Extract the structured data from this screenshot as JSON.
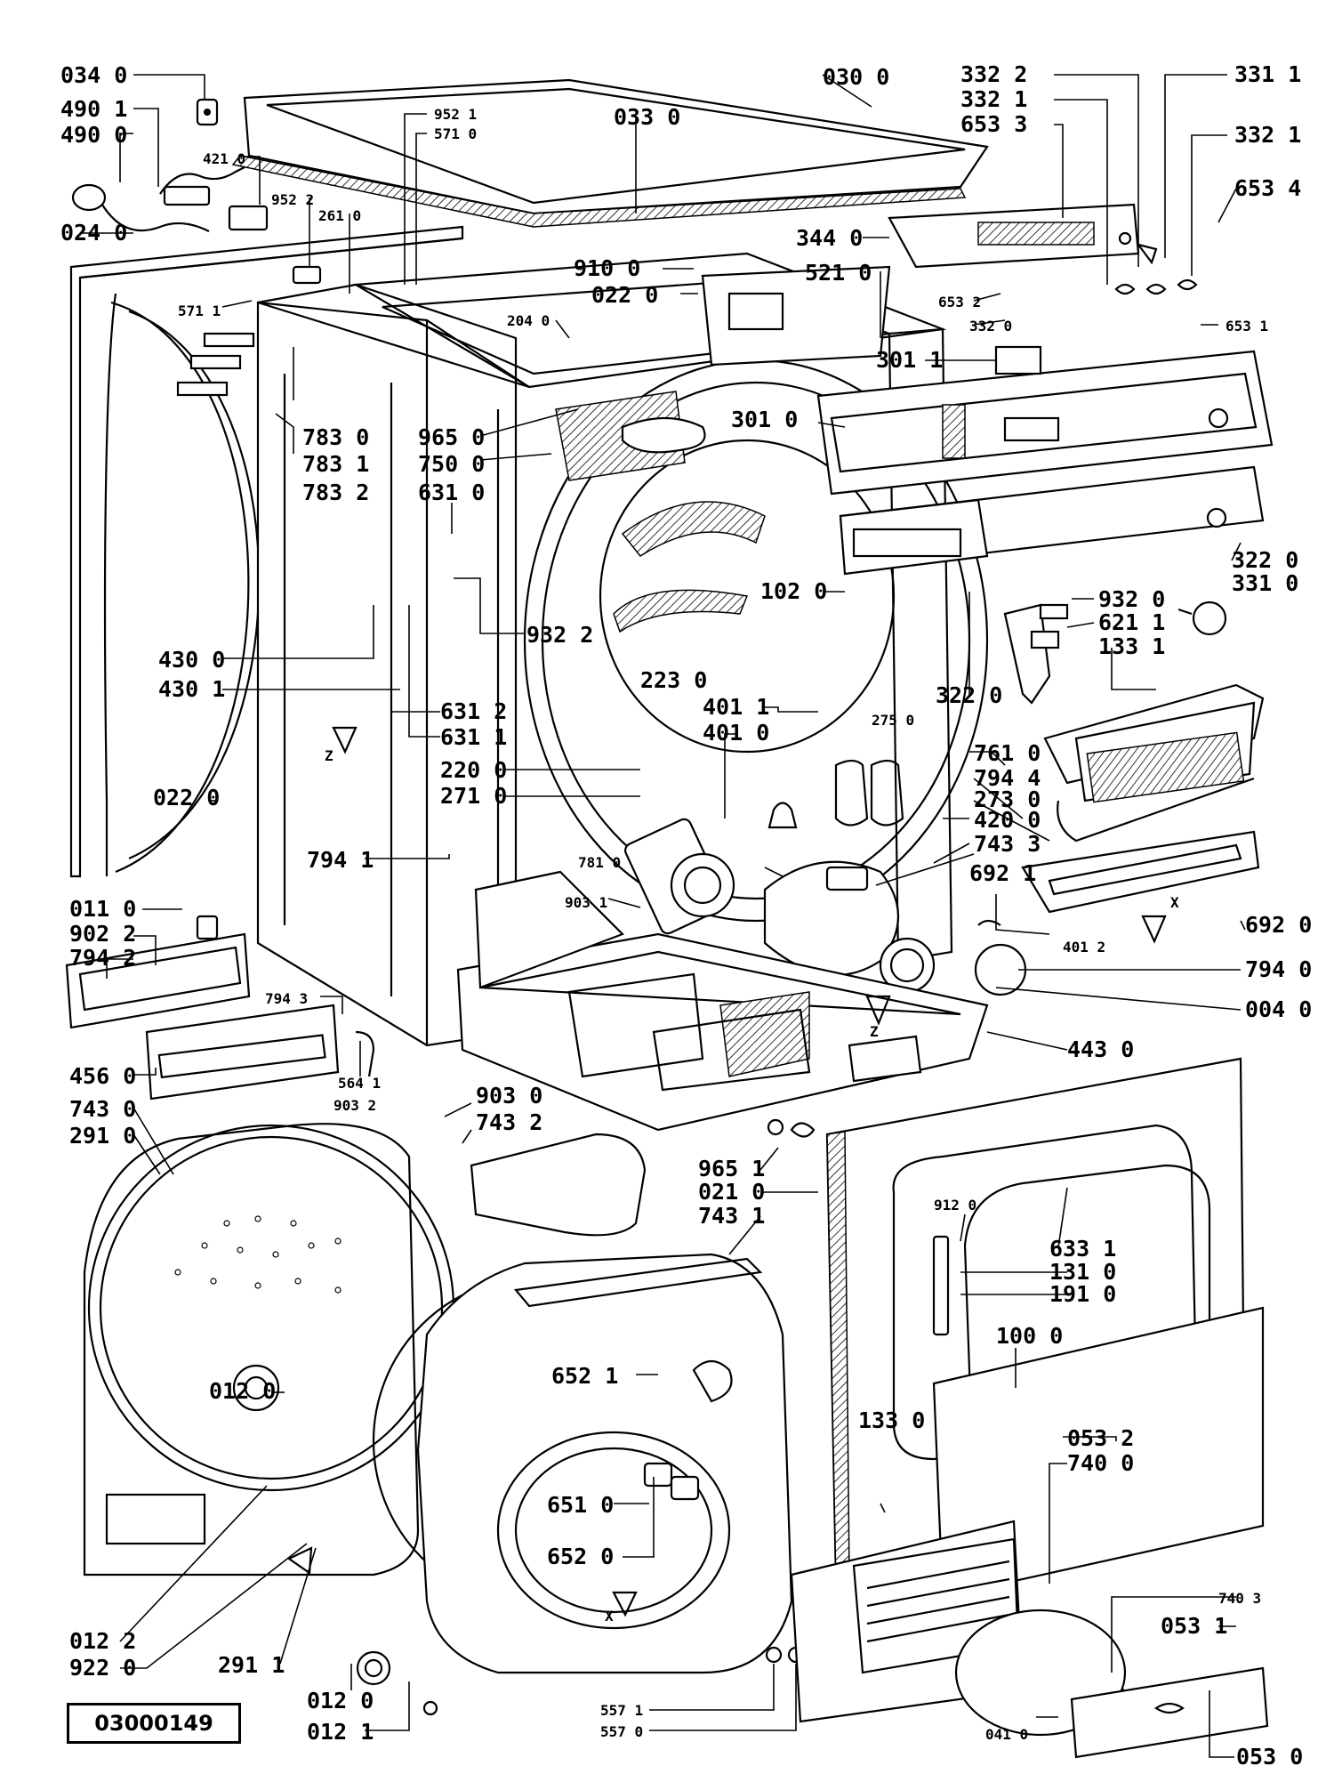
{
  "document_id": "03000149",
  "part_labels": [
    "034 0",
    "490 1",
    "490 0",
    "421 0",
    "024 0",
    "952 2",
    "261 0",
    "952 1",
    "571 0",
    "030 0",
    "033 0",
    "332 2",
    "332 1",
    "653 3",
    "331 1",
    "332 1",
    "653 4",
    "344 0",
    "910 0",
    "022 0",
    "521 0",
    "653 2",
    "332 0",
    "653 1",
    "571 1",
    "204 0",
    "301 1",
    "783 0",
    "783 1",
    "783 2",
    "965 0",
    "750 0",
    "631 0",
    "301 0",
    "102 0",
    "322 0",
    "331 0",
    "932 0",
    "621 1",
    "133 1",
    "322 0",
    "932 2",
    "430 0",
    "430 1",
    "631 2",
    "631 1",
    "223 0",
    "401 1",
    "401 0",
    "275 0",
    "220 0",
    "271 0",
    "022 0",
    "761 0",
    "794 4",
    "273 0",
    "420 0",
    "743 3",
    "794 1",
    "781 0",
    "903 1",
    "692 1",
    "401 2",
    "692 0",
    "011 0",
    "902 2",
    "794 2",
    "794 3",
    "794 0",
    "004 0",
    "443 0",
    "456 0",
    "564 1",
    "903 2",
    "743 0",
    "291 0",
    "903 0",
    "743 2",
    "965 1",
    "021 0",
    "743 1",
    "912 0",
    "633 1",
    "131 0",
    "191 0",
    "100 0",
    "652 1",
    "012 0",
    "133 0",
    "053 2",
    "740 0",
    "651 0",
    "652 0",
    "740 3",
    "053 1",
    "012 2",
    "922 0",
    "291 1",
    "012 0",
    "012 1",
    "557 1",
    "557 0",
    "041 0",
    "053 0"
  ],
  "markers": [
    "Z",
    "Z",
    "X",
    "X"
  ],
  "colors": {
    "ink": "#000000",
    "paper": "#ffffff"
  }
}
